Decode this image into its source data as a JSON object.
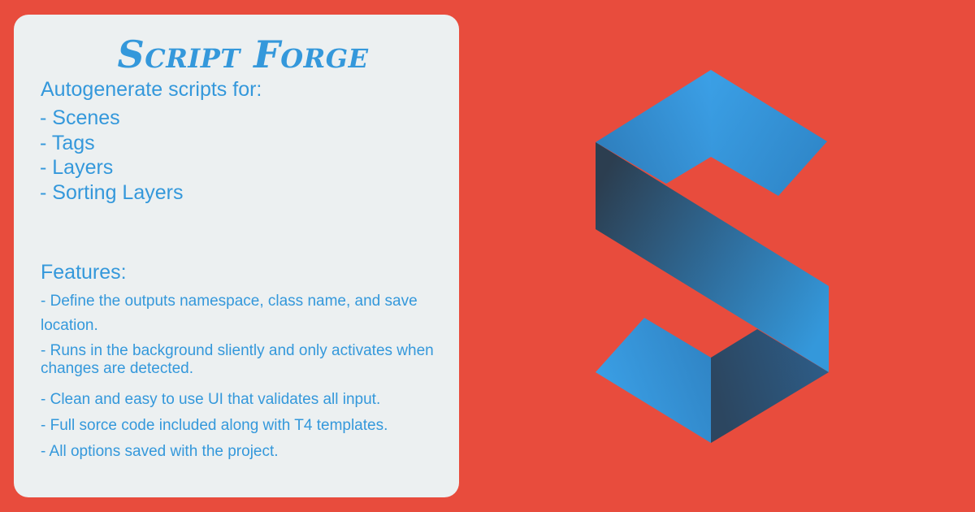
{
  "title": "Script Forge",
  "autogenerate": {
    "heading": "Autogenerate scripts for:",
    "items": [
      "- Scenes",
      "- Tags",
      "- Layers",
      "- Sorting Layers"
    ]
  },
  "features": {
    "heading": "Features:",
    "items": [
      "- Define the outputs namespace, class name, and save location.",
      "- Runs in the background sliently and only activates when changes are detected.",
      "- Clean and easy to use UI that validates all input.",
      "- Full sorce code included along with T4 templates.",
      "- All options saved with the project."
    ]
  },
  "colors": {
    "background": "#e84c3d",
    "card": "#ecf0f1",
    "accent": "#3498db",
    "logo_dark": "#2c3e50"
  },
  "logo": {
    "icon": "s-logo-icon"
  }
}
